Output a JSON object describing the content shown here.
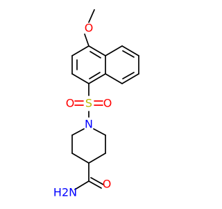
{
  "molecule": {
    "atoms": {
      "methoxy_o": {
        "label": "O",
        "color": "#ff0000"
      },
      "sulfonyl_o_left": {
        "label": "O",
        "color": "#ff0000"
      },
      "sulfur": {
        "label": "S",
        "color": "#b8b800"
      },
      "sulfonyl_o_right": {
        "label": "O",
        "color": "#ff0000"
      },
      "piperidine_n": {
        "label": "N",
        "color": "#0000ff"
      },
      "amide_nh2": {
        "label": "H2N",
        "color": "#0000ff"
      },
      "amide_o": {
        "label": "O",
        "color": "#ff0000"
      }
    },
    "colors": {
      "bond": "#000000",
      "oxygen": "#ff0000",
      "nitrogen": "#0000ff",
      "sulfur": "#b8b800",
      "background": "#ffffff"
    }
  }
}
